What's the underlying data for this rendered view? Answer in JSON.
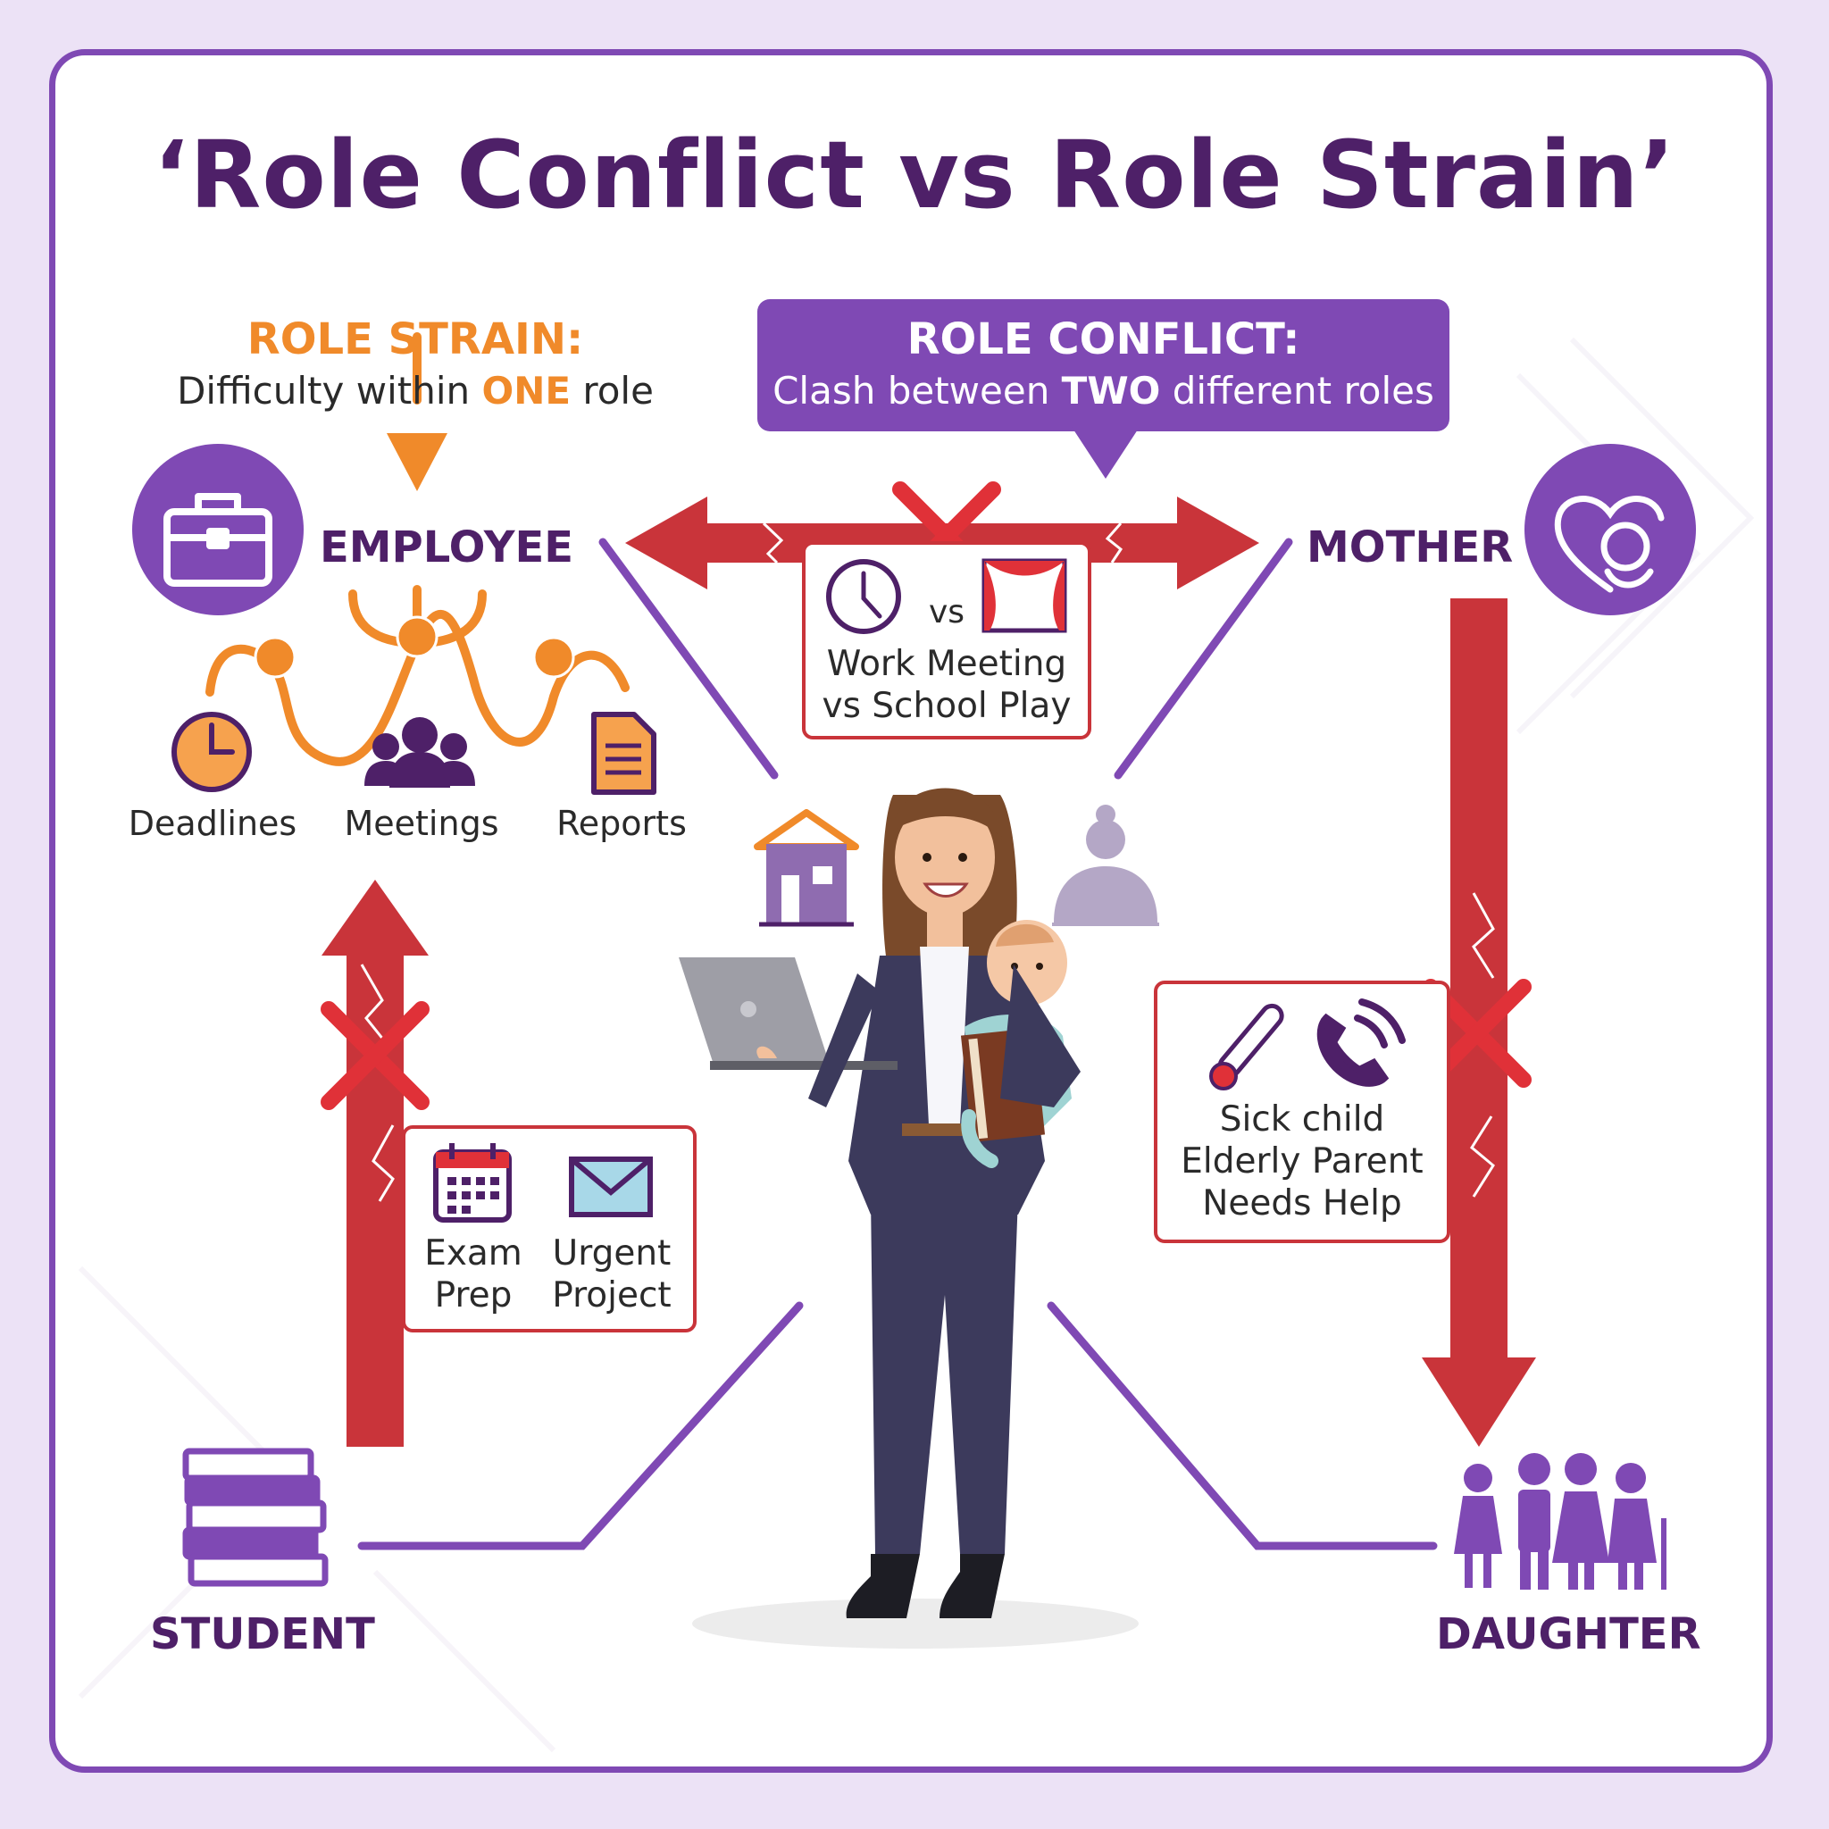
{
  "title": "‘Role Conflict vs Role Strain’",
  "role_strain": {
    "heading": "ROLE STRAIN:",
    "desc_pre": "Difficulty within ",
    "desc_hl": "ONE",
    "desc_post": " role"
  },
  "role_conflict": {
    "heading": "ROLE CONFLICT:",
    "desc_pre": "Clash between ",
    "desc_hl": "TWO",
    "desc_post": " different roles"
  },
  "roles": {
    "employee": "EMPLOYEE",
    "mother": "MOTHER",
    "student": "STUDENT",
    "daughter": "DAUGHTER"
  },
  "employee_tasks": [
    "Deadlines",
    "Meetings",
    "Reports"
  ],
  "clash_top": {
    "vs": "vs",
    "line1": "Work Meeting",
    "line2": "vs School Play"
  },
  "clash_left": {
    "item1_line1": "Exam",
    "item1_line2": "Prep",
    "item2_line1": "Urgent",
    "item2_line2": "Project"
  },
  "clash_right": {
    "line1": "Sick child",
    "line2": "Elderly Parent",
    "line3": "Needs Help"
  },
  "colors": {
    "purple": "#7f49b4",
    "dark_purple": "#4e2068",
    "orange": "#f08a2a",
    "red": "#c9343a",
    "background": "#ece2f6"
  },
  "icons": [
    "briefcase-icon",
    "heart-baby-icon",
    "books-icon",
    "family-icon",
    "clock-icon",
    "people-icon",
    "document-icon",
    "house-icon",
    "elder-icon",
    "theater-icon",
    "calendar-icon",
    "envelope-icon",
    "thermometer-icon",
    "phone-icon",
    "cross-icon"
  ]
}
